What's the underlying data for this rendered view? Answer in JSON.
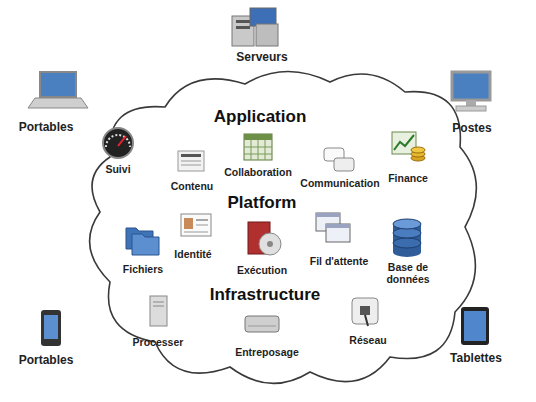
{
  "diagram": {
    "nodes": [
      {
        "text": [
          "Application",
          "Platform",
          "Infrastructure"
        ]
      }
    ],
    "labels": [
      "Serveurs",
      "Portables",
      "Postes",
      "Suivi",
      "Contenu",
      "Collaboration",
      "Communication",
      "Finance",
      "Fichiers",
      "Identité",
      "Exécution",
      "Fil d'attente",
      "Base de données",
      "Processer",
      "Entreposage",
      "Réseau",
      "Portables",
      "Tablettes"
    ]
  }
}
